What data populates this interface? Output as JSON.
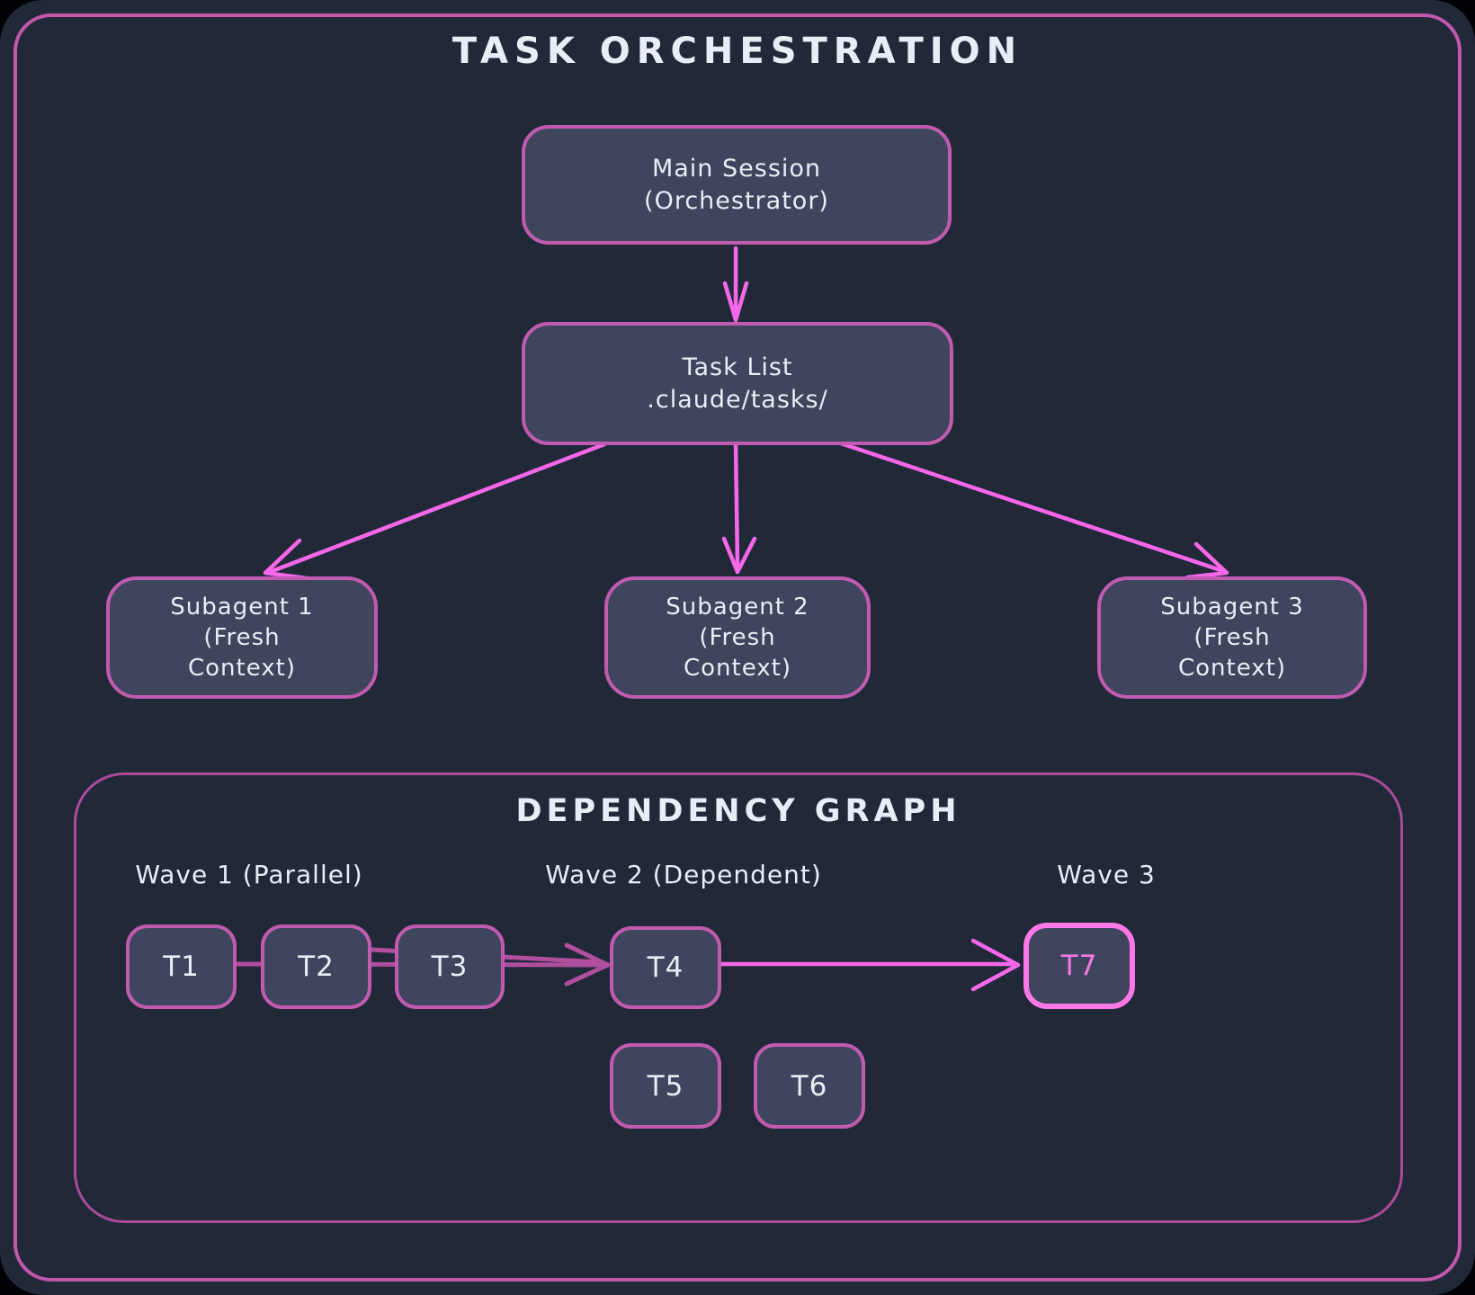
{
  "title": "TASK ORCHESTRATION",
  "colors": {
    "background": "#000205",
    "canvas": "#212838",
    "text": "#e9edf7",
    "frame_border": "#c158ae",
    "node_fill": "#3e455c",
    "node_border": "#c05bb0",
    "dep_frame_border": "#a94b99",
    "arrow_bright": "#f767ea",
    "arrow_muted": "#b04f9e",
    "highlight_border": "#ff78e8",
    "highlight_text": "#f77ae4"
  },
  "orchestration": {
    "main_session": [
      "Main Session",
      "(Orchestrator)"
    ],
    "task_list": [
      "Task List",
      ".claude/tasks/"
    ],
    "subagents": [
      [
        "Subagent 1",
        "(Fresh",
        "Context)"
      ],
      [
        "Subagent 2",
        "(Fresh",
        "Context)"
      ],
      [
        "Subagent 3",
        "(Fresh",
        "Context)"
      ]
    ]
  },
  "dependency_graph": {
    "title": "DEPENDENCY GRAPH",
    "waves": [
      "Wave 1 (Parallel)",
      "Wave 2 (Dependent)",
      "Wave 3"
    ],
    "tasks": [
      "T1",
      "T2",
      "T3",
      "T4",
      "T5",
      "T6",
      "T7"
    ],
    "highlighted_task": "T7"
  }
}
